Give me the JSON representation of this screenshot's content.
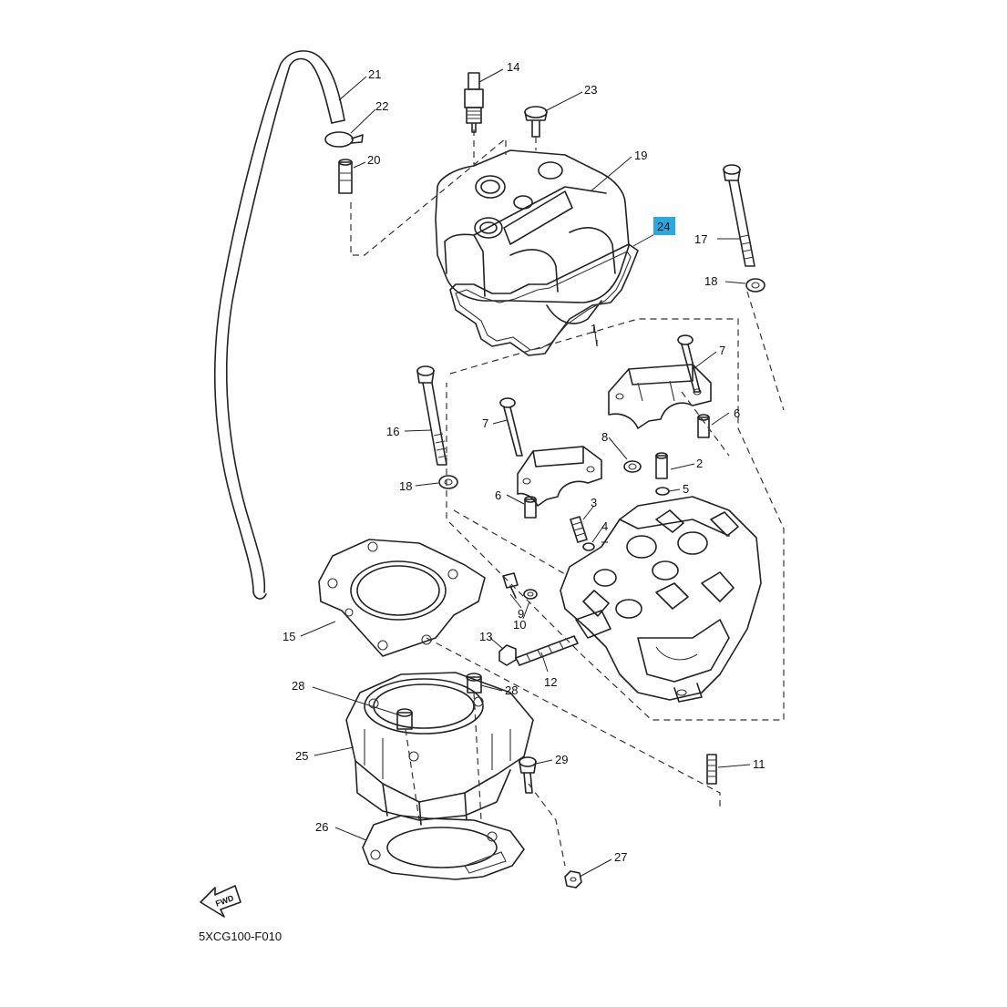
{
  "diagram_code": "5XCG100-F010",
  "fwd_label": "FWD",
  "highlight_color": "#2aa8e0",
  "callouts": {
    "c1": "1",
    "c2": "2",
    "c3": "3",
    "c4": "4",
    "c5": "5",
    "c6a": "6",
    "c6b": "6",
    "c7a": "7",
    "c7b": "7",
    "c8": "8",
    "c9": "9",
    "c10": "10",
    "c11": "11",
    "c12": "12",
    "c13": "13",
    "c14": "14",
    "c15": "15",
    "c16": "16",
    "c17": "17",
    "c18a": "18",
    "c18b": "18",
    "c19": "19",
    "c20": "20",
    "c21": "21",
    "c22": "22",
    "c23": "23",
    "c24": "24",
    "c25": "25",
    "c26": "26",
    "c27": "27",
    "c28a": "28",
    "c28b": "28",
    "c29": "29"
  }
}
